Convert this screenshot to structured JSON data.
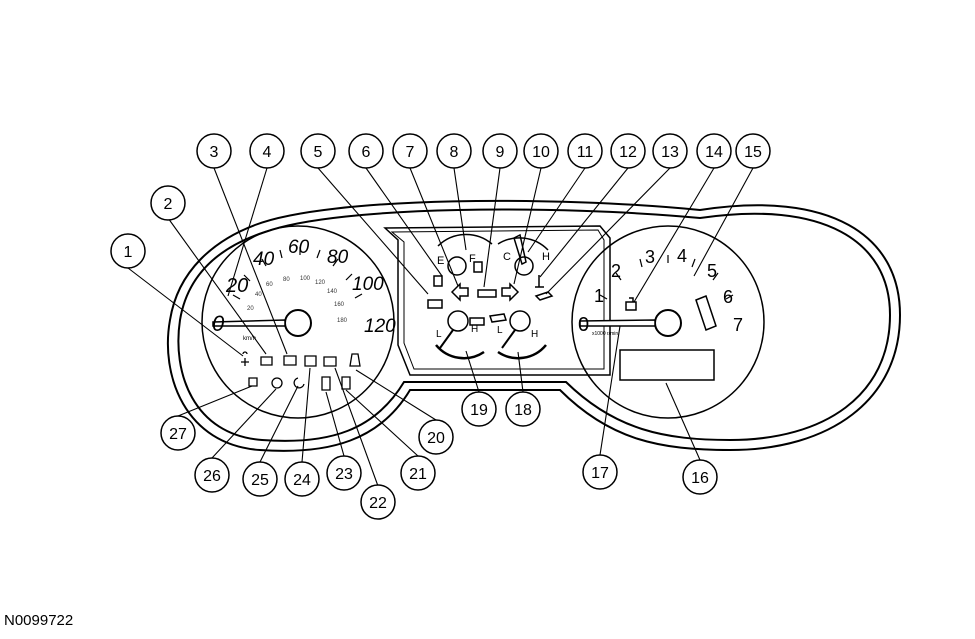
{
  "figure_id": "N0099722",
  "callouts": [
    "1",
    "2",
    "3",
    "4",
    "5",
    "6",
    "7",
    "8",
    "9",
    "10",
    "11",
    "12",
    "13",
    "14",
    "15",
    "16",
    "17",
    "18",
    "19",
    "20",
    "21",
    "22",
    "23",
    "24",
    "25",
    "26",
    "27"
  ],
  "speedometer": {
    "ticks": [
      "0",
      "20",
      "40",
      "60",
      "80",
      "100",
      "120"
    ],
    "inner_ticks": [
      "20",
      "40",
      "60",
      "80",
      "100",
      "120",
      "140",
      "160",
      "180"
    ],
    "unit": "km/h"
  },
  "tachometer": {
    "ticks": [
      "0",
      "1",
      "2",
      "3",
      "4",
      "5",
      "6",
      "7"
    ],
    "unit": "x1000 r/min"
  },
  "fuel_gauge": {
    "empty": "E",
    "full": "F"
  },
  "temp_gauge": {
    "cold": "C",
    "hot": "H"
  },
  "voltmeter": {
    "low": "L",
    "high": "H"
  },
  "oil_gauge": {
    "low": "L",
    "high": "H"
  }
}
